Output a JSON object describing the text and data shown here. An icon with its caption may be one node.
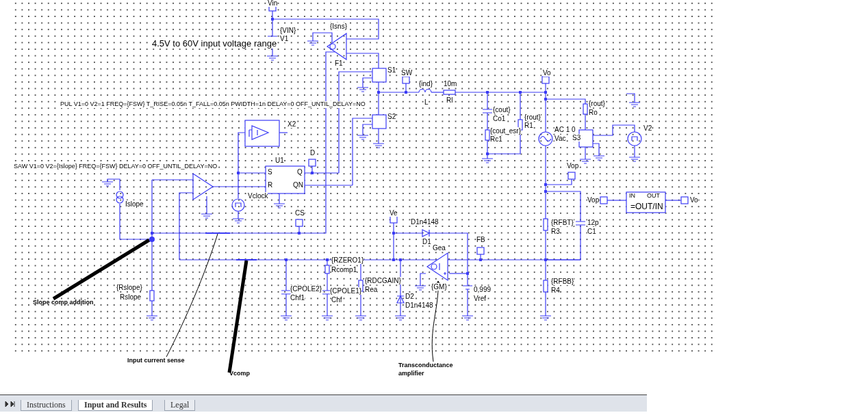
{
  "diagram": {
    "nodes": [
      {
        "text": [
          "Slope comp addition"
        ]
      },
      {
        "text": [],
        "shape": "circle"
      },
      {
        "text": [
          "Input current sense"
        ]
      },
      {
        "text": [],
        "shape": "line"
      },
      {
        "text": [
          "Vcomp"
        ]
      },
      {
        "text": [],
        "shape": "line"
      },
      {
        "text": [
          "Transconductance amplifier"
        ]
      },
      {
        "text": [],
        "shape": "triangle",
        "beside": [
          "Gea",
          "{GM}"
        ]
      }
    ],
    "edges": [
      {
        "from": 0,
        "to": 1,
        "arrow": "none",
        "style": "thick"
      },
      {
        "from": 2,
        "to": 3,
        "arrow": "none"
      },
      {
        "from": 4,
        "to": 5,
        "arrow": "none",
        "style": "thick"
      },
      {
        "from": 6,
        "to": 7,
        "arrow": "to"
      }
    ],
    "labels": [
      "Vin",
      "{VIN}",
      "V1",
      "{Isns}",
      "4.5V to 60V input voltage range",
      "F1",
      "S1",
      "SW",
      "{ind}",
      "10m",
      "Vo",
      "L",
      "Rl",
      "{cout}",
      "{rout}",
      "Ro",
      "PUL V1=0 V2=1 FREQ={FSW} T_RISE=0.05n T_FALL=0.05n PWIDTH=1n DELAY=0 OFF_UNTIL_DELAY=NO",
      "Co1",
      "{rout}",
      "R1",
      "S2",
      "X2",
      "{cout_esr}",
      "Rc1",
      "AC 1 0",
      "Vac",
      "S3",
      "V2",
      "D",
      "U1",
      "SAW V1=0 V2={Islope} FREQ={FSW} DELAY=0 OFF_UNTIL_DELAY=NO",
      "S",
      "Q",
      "Vop",
      "R",
      "QN",
      "Vclock",
      "Vop",
      "IN",
      "OUT",
      "=OUT/IN",
      "Vo",
      "Islope",
      "CS",
      "Ve",
      "D1n4148",
      "{RFBT}",
      "12p",
      "R3",
      "C1",
      "D1",
      "FB",
      "{RZERO1}",
      "Rcomp1",
      "{RDCGAIN}",
      "{RFBB}",
      "{Rslope}",
      "{CPOLE2}",
      "{CPOLE1}",
      "Rea",
      "0,999",
      "R4",
      "Rslope",
      "Chf1",
      "Chf",
      "D2",
      "Vref",
      "D1n4148",
      "Instructions",
      "Input and Results",
      "Legal"
    ]
  }
}
